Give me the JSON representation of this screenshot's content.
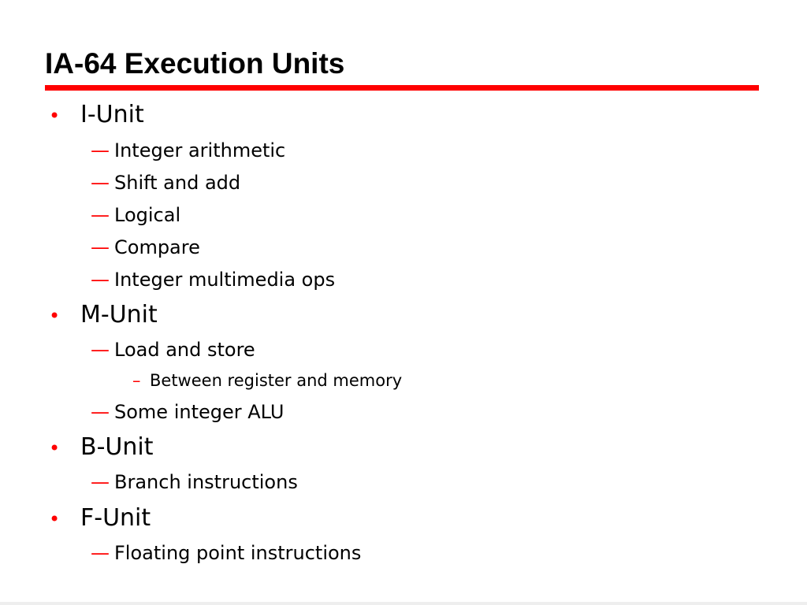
{
  "slide": {
    "title": "IA-64 Execution Units",
    "markers": {
      "bullet": "•",
      "dash": "—",
      "subdash": "–"
    },
    "sections": [
      {
        "heading": "I-Unit",
        "items": [
          "Integer arithmetic",
          "Shift and add",
          "Logical",
          "Compare",
          "Integer multimedia ops"
        ]
      },
      {
        "heading": "M-Unit",
        "items": [
          "Load and store",
          "Some integer ALU"
        ],
        "subitems": [
          "Between register and memory"
        ]
      },
      {
        "heading": "B-Unit",
        "items": [
          "Branch instructions"
        ]
      },
      {
        "heading": "F-Unit",
        "items": [
          "Floating point instructions"
        ]
      }
    ]
  },
  "colors": {
    "accent": "#ff0000",
    "text": "#000000",
    "background": "#ffffff"
  }
}
